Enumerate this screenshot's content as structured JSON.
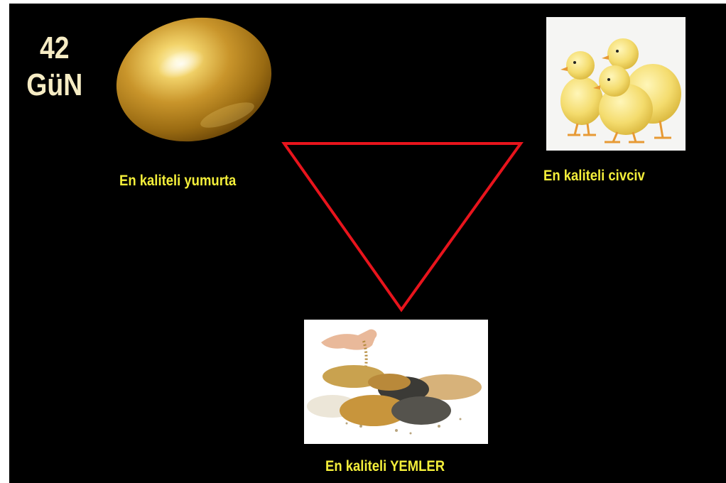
{
  "duration": {
    "number": "42",
    "unit": "GüN"
  },
  "egg": {
    "caption": "En kaliteli yumurta",
    "icon": "golden-egg-icon"
  },
  "chick": {
    "caption": "En kaliteli civciv",
    "icon": "chicks-photo"
  },
  "feed": {
    "caption": "En kaliteli YEMLER",
    "icon": "feed-grains-photo"
  },
  "colors": {
    "background": "#000000",
    "caption": "#f3ee3a",
    "duration_text": "#f6ecc4",
    "triangle": "#e8141c"
  }
}
